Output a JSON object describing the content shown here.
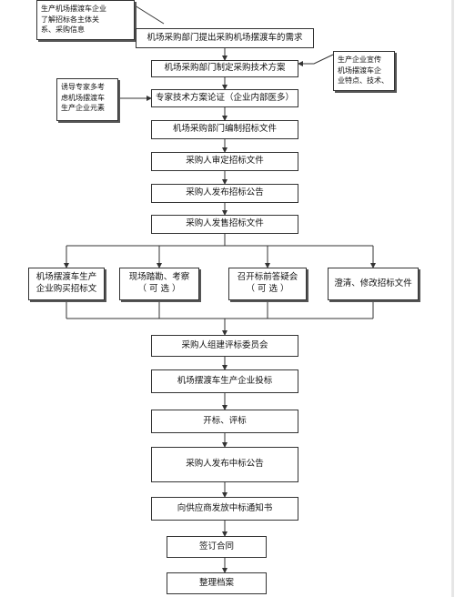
{
  "notes": {
    "supplier_relation": "生产机场摆渡车企业\n了解招标各主体关\n系、采购信息",
    "experts": "诱导专家多考\n虑机场摆渡车\n生产企业元素",
    "promotion": "生产企业宣传\n机场摆渡车企\n业特点、技术、"
  },
  "steps": {
    "s1": "机场采购部门提出采购机场摆渡车的需求",
    "s2": "机场采购部门制定采购技术方案",
    "s3": "专家技术方案论证（企业内部医多）",
    "s4": "机场采购部门编制招标文件",
    "s5": "采购人审定招标文件",
    "s6": "采购人发布招标公告",
    "s7": "采购人发售招标文件",
    "b1": "机场摆渡车生产\n企业购买招标文",
    "b2": "现场踏勘、考察\n（  可    选  ）",
    "b3": "召开标前答疑会\n（  可    选  ）",
    "b4": "澄清、修改招标文件",
    "s8": "采购人组建评标委员会",
    "s9": "机场摆渡车生产企业投标",
    "s10": "开标、评标",
    "s11": "采购人发布中标公告",
    "s12": "向供应商发放中标通知书",
    "s13": "签订合同",
    "s14": "整理档案"
  }
}
